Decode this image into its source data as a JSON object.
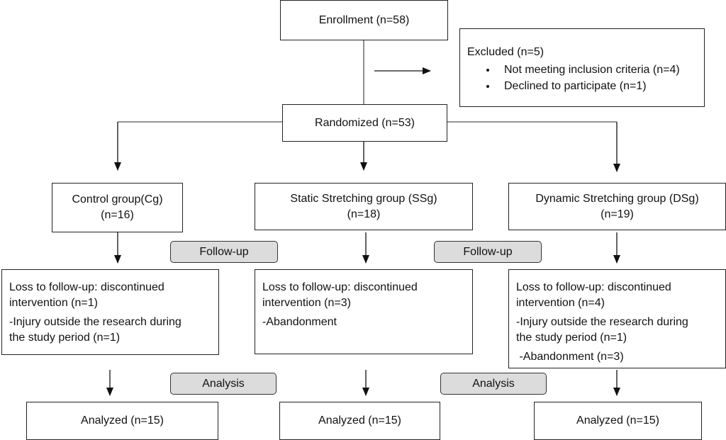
{
  "enrollment": {
    "label": "Enrollment (n=58)"
  },
  "excluded": {
    "title": "Excluded (n=5)",
    "items": [
      "Not meeting inclusion criteria (n=4)",
      "Declined to participate (n=1)"
    ]
  },
  "randomized": {
    "label": "Randomized (n=53)"
  },
  "groups": [
    {
      "name": "Control group(Cg)",
      "n": "(n=16)"
    },
    {
      "name": "Static Stretching group (SSg)",
      "n": "(n=18)"
    },
    {
      "name": "Dynamic Stretching group (DSg)",
      "n": "(n=19)"
    }
  ],
  "stages": {
    "follow_up": "Follow-up",
    "analysis": "Analysis"
  },
  "loss": [
    {
      "line1": "Loss to follow-up: discontinued",
      "line2": "intervention (n=1)",
      "detail1": "-Injury outside the research during",
      "detail2": "the study period (n=1)"
    },
    {
      "line1": "Loss to follow-up: discontinued",
      "line2": "intervention  (n=3)",
      "detail1": "-Abandonment"
    },
    {
      "line1": "Loss to follow-up: discontinued",
      "line2": "intervention (n=4)",
      "detail1": "-Injury outside the research during",
      "detail2": "the study period (n=1)",
      "detail3": " -Abandonment (n=3)"
    }
  ],
  "analyzed": [
    "Analyzed (n=15)",
    "Analyzed (n=15)",
    "Analyzed (n=15)"
  ]
}
